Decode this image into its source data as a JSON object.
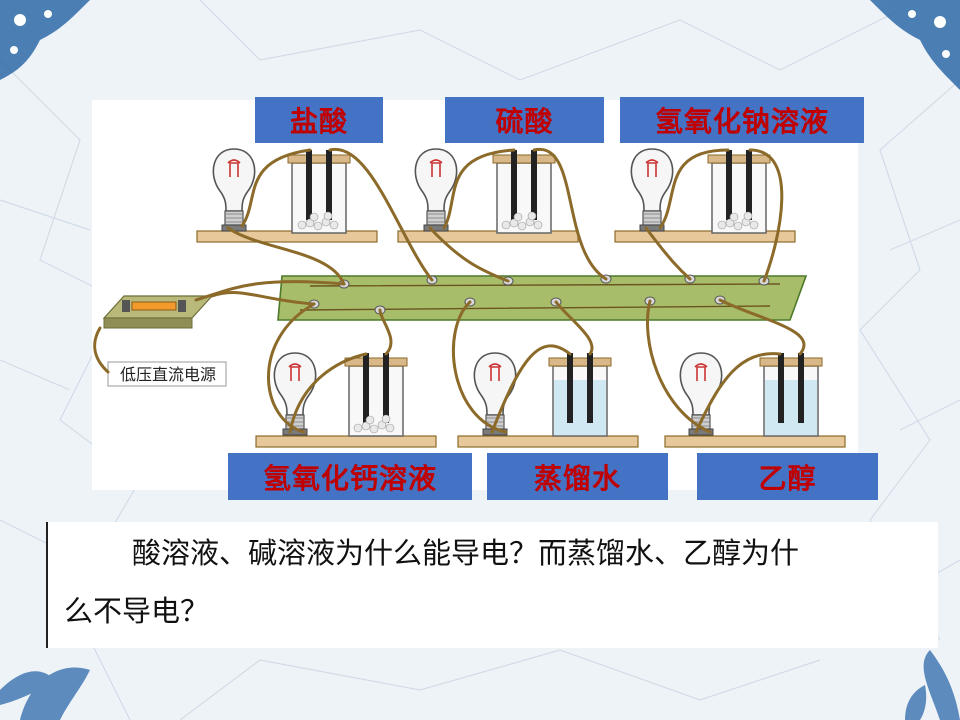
{
  "labels": {
    "hydrochloric_acid": "盐酸",
    "sulfuric_acid": "硫酸",
    "sodium_hydroxide": "氢氧化钠溶液",
    "calcium_hydroxide": "氢氧化钙溶液",
    "distilled_water": "蒸馏水",
    "ethanol": "乙醇"
  },
  "power_source_label": "低压直流电源",
  "question": {
    "line1": "酸溶液、碱溶液为什么能导电？而蒸馏水、乙醇为什",
    "line2": "么不导电？"
  },
  "colors": {
    "label_bg": "#4472c4",
    "label_text": "#c00000",
    "wire": "#8b6a2a",
    "board": "#a8bd6a",
    "water": "#cfe8f2"
  },
  "icons": [
    "light-bulb-icon",
    "beaker-icon",
    "electrode-icon",
    "dc-power-supply-icon",
    "wire-connector-icon"
  ]
}
